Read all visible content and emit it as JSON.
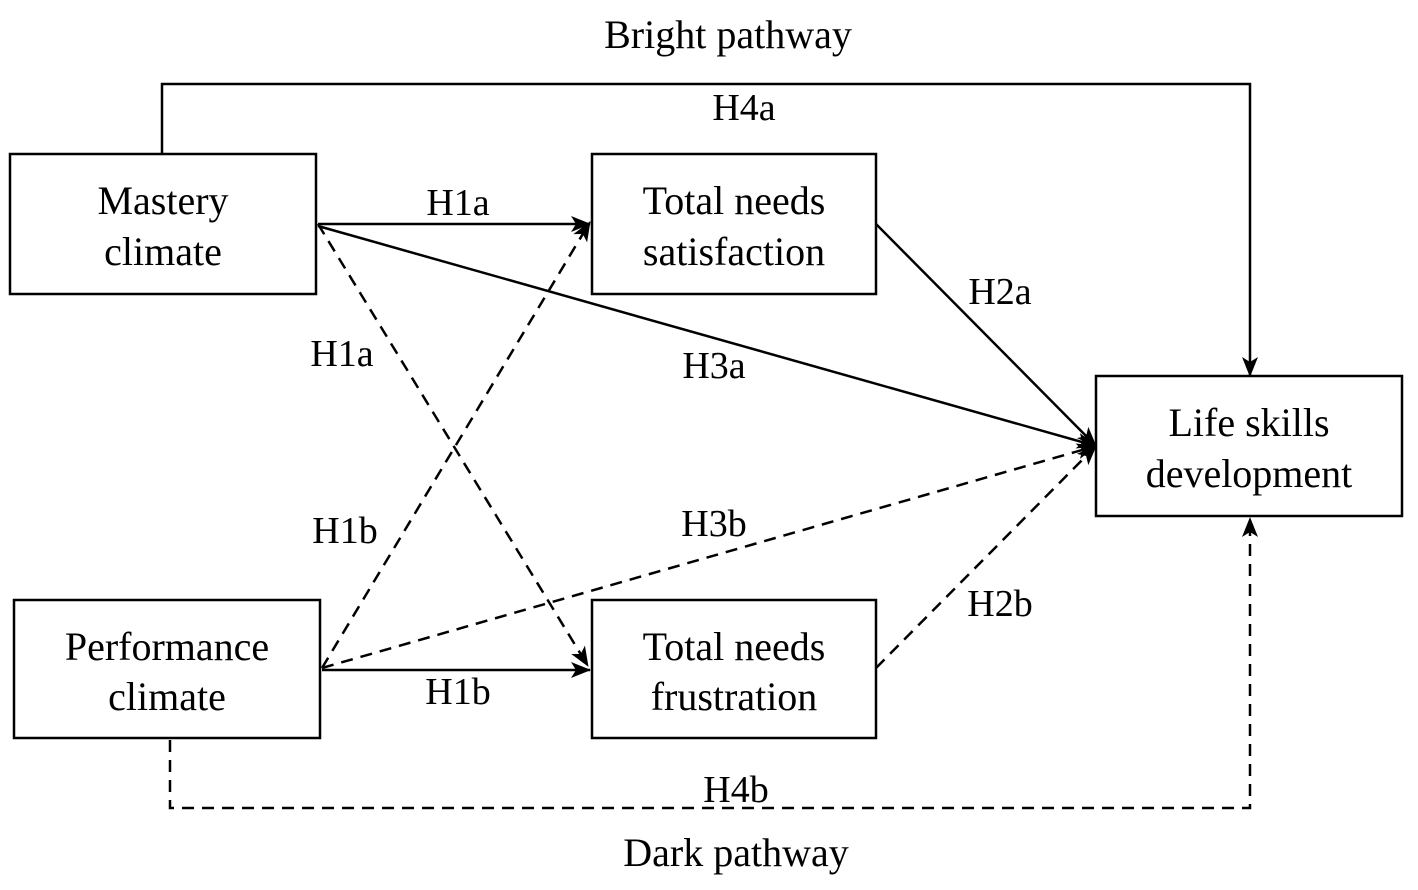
{
  "pathways": {
    "top": "Bright pathway",
    "bottom": "Dark pathway"
  },
  "nodes": {
    "mastery": {
      "line1": "Mastery",
      "line2": "climate"
    },
    "performance": {
      "line1": "Performance",
      "line2": "climate"
    },
    "satisfaction": {
      "line1": "Total needs",
      "line2": "satisfaction"
    },
    "frustration": {
      "line1": "Total needs",
      "line2": "frustration"
    },
    "life_skills": {
      "line1": "Life skills",
      "line2": "development"
    }
  },
  "edges": {
    "h1a_solid": "H1a",
    "h1a_dashed": "H1a",
    "h1b_dashed": "H1b",
    "h1b_solid": "H1b",
    "h2a": "H2a",
    "h2b": "H2b",
    "h3a": "H3a",
    "h3b": "H3b",
    "h4a": "H4a",
    "h4b": "H4b"
  },
  "colors": {
    "stroke": "#000000",
    "background": "#ffffff"
  }
}
